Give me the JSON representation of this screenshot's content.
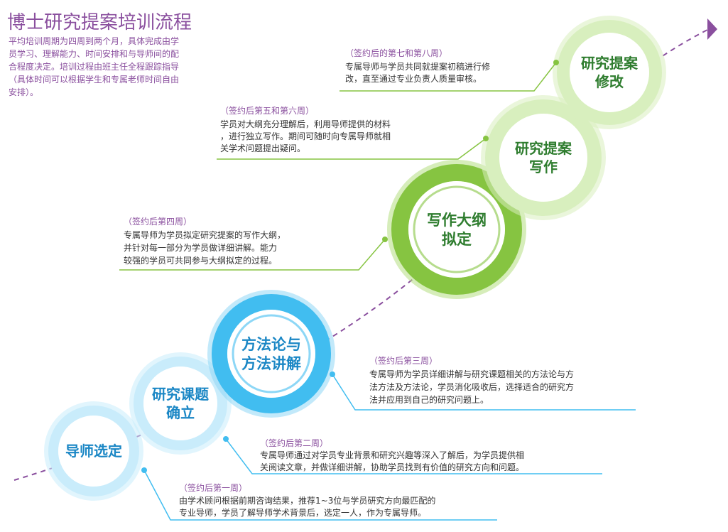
{
  "header": {
    "title": "博士研究提案培训流程",
    "intro_lines": [
      "平均培训周期为四周到两个月，具体完成由学",
      "员学习、理解能力、时间安排和与导师间的配",
      "合程度决定。培训过程由班主任全程跟踪指导",
      "（具体时间可以根据学生和专属老师时间自由",
      "安排）。"
    ]
  },
  "colors": {
    "accent_purple": "#8a4f9e",
    "blue_light": "#c9ecfb",
    "blue_mid": "#8fd7f6",
    "blue_strong": "#41bdf0",
    "blue_text": "#1b87c5",
    "green_light": "#d8efbe",
    "green_mid": "#b4df82",
    "green_strong": "#86c441",
    "green_text": "#2f7d2f"
  },
  "steps": [
    {
      "id": "mentor",
      "label_lines": [
        "导师选定"
      ],
      "note_title": "（签约后第一周）",
      "note_lines": [
        "由学术顾问根据前期咨询结果，推荐1~3位与学员研究方向最匹配的",
        "专业导师，学员了解导师学术背景后，选定一人，作为专属导师。"
      ]
    },
    {
      "id": "topic",
      "label_lines": [
        "研究课题",
        "确立"
      ],
      "note_title": "（签约后第二周）",
      "note_lines": [
        "专属导师通过对学员专业背景和研究兴趣等深入了解后，为学员提供相",
        "关阅读文章，并做详细讲解，协助学员找到有价值的研究方向和问题。"
      ]
    },
    {
      "id": "method",
      "label_lines": [
        "方法论与",
        "方法讲解"
      ],
      "note_title": "（签约后第三周）",
      "note_lines": [
        "专属导师为学员详细讲解与研究课题相关的方法论与方",
        "法方法及方法论，学员消化吸收后，选择适合的研究方",
        "法并应用到自己的研究问题上。"
      ]
    },
    {
      "id": "outline",
      "label_lines": [
        "写作大纲",
        "拟定"
      ],
      "note_title": "（签约后第四周）",
      "note_lines": [
        "专属导师为学员拟定研究提案的写作大纲，",
        "并针对每一部分为学员做详细讲解。能力",
        "较强的学员可共同参与大纲拟定的过程。"
      ]
    },
    {
      "id": "writing",
      "label_lines": [
        "研究提案",
        "写作"
      ],
      "note_title": "（签约后第五和第六周）",
      "note_lines": [
        "学员对大纲充分理解后，利用导师提供的材料",
        "，进行独立写作。期间可随时向专属导师就相",
        "关学术问题提出疑问。"
      ]
    },
    {
      "id": "revision",
      "label_lines": [
        "研究提案",
        "修改"
      ],
      "note_title": "（签约后的第七和第八周）",
      "note_lines": [
        "专属导师与学员共同就提案初稿进行修",
        "改，直至通过专业负责人质量审核。"
      ]
    }
  ]
}
